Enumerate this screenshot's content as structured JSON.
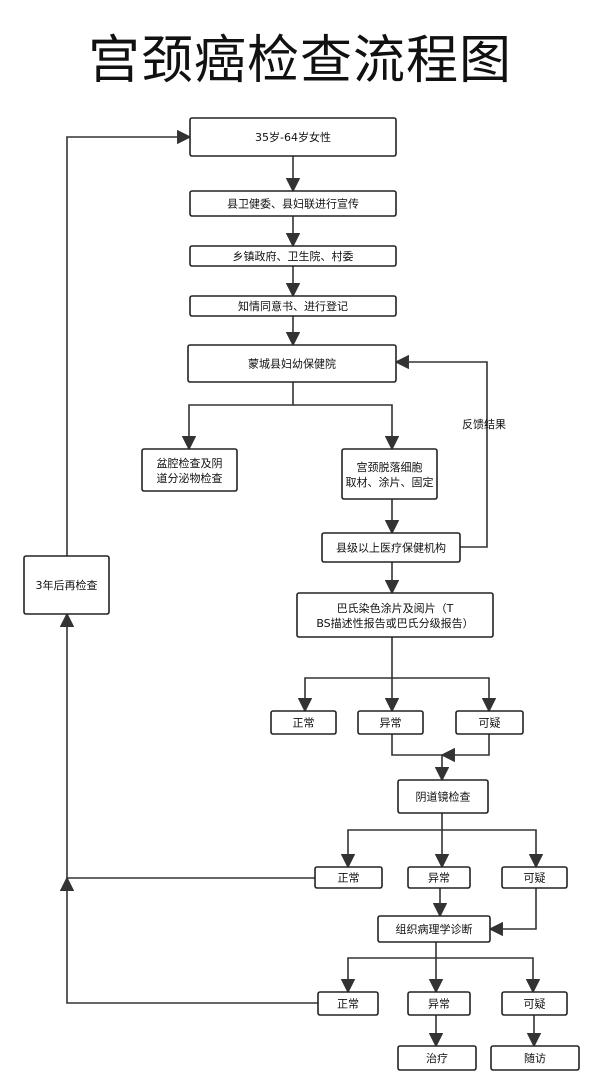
{
  "title": "宫颈癌检查流程图",
  "nodes": [
    {
      "id": "women",
      "label": "35岁-64岁女性"
    },
    {
      "id": "publicity",
      "label": "县卫健委、县妇联进行宣传"
    },
    {
      "id": "township",
      "label": "乡镇政府、卫生院、村委"
    },
    {
      "id": "consent",
      "label": "知情同意书、进行登记"
    },
    {
      "id": "mch",
      "label": "蒙城县妇幼保健院"
    },
    {
      "id": "pelvic",
      "label": "盆腔检查及阴道分泌物检查"
    },
    {
      "id": "sampling",
      "label": "宫颈脱落细胞取材、涂片、固定"
    },
    {
      "id": "county",
      "label": "县级以上医疗保健机构"
    },
    {
      "id": "pap",
      "label": "巴氏染色涂片及阅片（TBS描述性报告或巴氏分级报告）"
    },
    {
      "id": "pap_normal",
      "label": "正常"
    },
    {
      "id": "pap_abnormal",
      "label": "异常"
    },
    {
      "id": "pap_suspect",
      "label": "可疑"
    },
    {
      "id": "colpo",
      "label": "阴道镜检查"
    },
    {
      "id": "colpo_normal",
      "label": "正常"
    },
    {
      "id": "colpo_abnormal",
      "label": "异常"
    },
    {
      "id": "colpo_suspect",
      "label": "可疑"
    },
    {
      "id": "pathology",
      "label": "组织病理学诊断"
    },
    {
      "id": "path_normal",
      "label": "正常"
    },
    {
      "id": "path_abnormal",
      "label": "异常"
    },
    {
      "id": "path_suspect",
      "label": "可疑"
    },
    {
      "id": "treatment",
      "label": "治疗"
    },
    {
      "id": "followup",
      "label": "随访"
    },
    {
      "id": "recheck",
      "label": "3年后再检查"
    }
  ],
  "edges": [
    {
      "from": "women",
      "to": "publicity"
    },
    {
      "from": "publicity",
      "to": "township"
    },
    {
      "from": "township",
      "to": "consent"
    },
    {
      "from": "consent",
      "to": "mch"
    },
    {
      "from": "mch",
      "to": "pelvic"
    },
    {
      "from": "mch",
      "to": "sampling"
    },
    {
      "from": "sampling",
      "to": "county"
    },
    {
      "from": "county",
      "to": "mch",
      "label": "反馈结果"
    },
    {
      "from": "county",
      "to": "pap"
    },
    {
      "from": "pap",
      "to": "pap_normal"
    },
    {
      "from": "pap",
      "to": "pap_abnormal"
    },
    {
      "from": "pap",
      "to": "pap_suspect"
    },
    {
      "from": "pap_abnormal",
      "to": "colpo"
    },
    {
      "from": "pap_suspect",
      "to": "colpo"
    },
    {
      "from": "colpo",
      "to": "colpo_normal"
    },
    {
      "from": "colpo",
      "to": "colpo_abnormal"
    },
    {
      "from": "colpo",
      "to": "colpo_suspect"
    },
    {
      "from": "colpo_normal",
      "to": "recheck"
    },
    {
      "from": "colpo_abnormal",
      "to": "pathology"
    },
    {
      "from": "colpo_suspect",
      "to": "pathology"
    },
    {
      "from": "pathology",
      "to": "path_normal"
    },
    {
      "from": "pathology",
      "to": "path_abnormal"
    },
    {
      "from": "pathology",
      "to": "path_suspect"
    },
    {
      "from": "path_normal",
      "to": "recheck"
    },
    {
      "from": "path_abnormal",
      "to": "treatment"
    },
    {
      "from": "path_suspect",
      "to": "followup"
    },
    {
      "from": "recheck",
      "to": "women"
    }
  ]
}
